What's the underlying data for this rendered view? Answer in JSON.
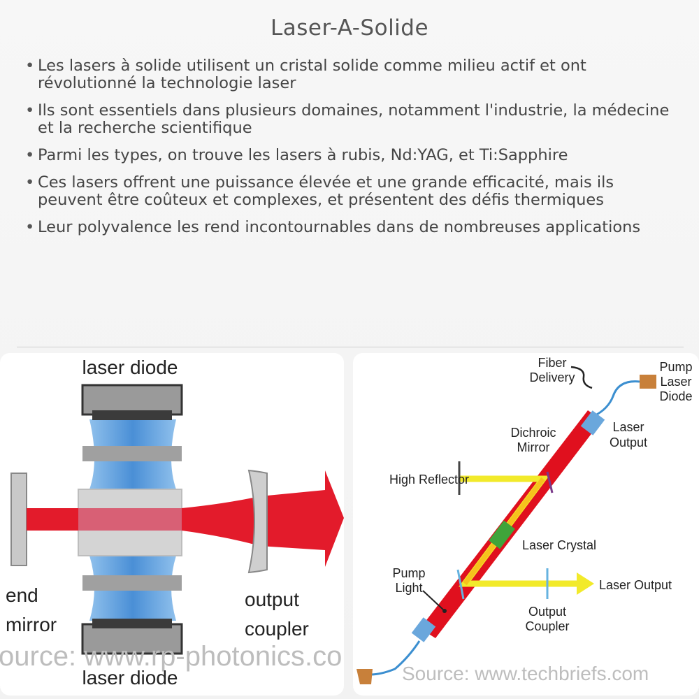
{
  "title": "Laser-A-Solide",
  "bullets": [
    "Les lasers à solide utilisent un cristal solide comme milieu actif et ont révolutionné la technologie laser",
    "Ils sont essentiels dans plusieurs domaines, notamment l'industrie, la médecine et la recherche scientifique",
    "Parmi les types, on trouve les lasers à rubis, Nd:YAG, et Ti:Sapphire",
    "Ces lasers offrent une puissance élevée et une grande efficacité, mais ils peuvent être coûteux et complexes, et présentent des défis thermiques",
    "Leur polyvalence les rend incontournables dans de nombreuses applications"
  ],
  "left_figure": {
    "label_top": "laser diode",
    "label_bottom": "laser diode",
    "label_end_1": "end",
    "label_end_2": "mirror",
    "label_out_1": "output",
    "label_out_2": "coupler",
    "source": "ource: www.rp-photonics.com"
  },
  "right_figure": {
    "fiber_1": "Fiber",
    "fiber_2": "Delivery",
    "pump_1": "Pump",
    "pump_2": "Laser",
    "pump_3": "Diode",
    "dichroic_1": "Dichroic",
    "dichroic_2": "Mirror",
    "laser_output_1": "Laser",
    "laser_output_2": "Output",
    "high_reflector": "High Reflector",
    "laser_crystal": "Laser Crystal",
    "pump_light_1": "Pump",
    "pump_light_2": "Light",
    "laser_output_right": "Laser Output",
    "output_coupler_1": "Output",
    "output_coupler_2": "Coupler",
    "source": "Source: www.techbriefs.com"
  },
  "colors": {
    "laser_red": "#e0101e",
    "lens_blue": "#5a9fd8",
    "beam_yellow": "#f2ea2a",
    "crystal_green": "#3fa43a",
    "diode_orange": "#c8803a"
  }
}
